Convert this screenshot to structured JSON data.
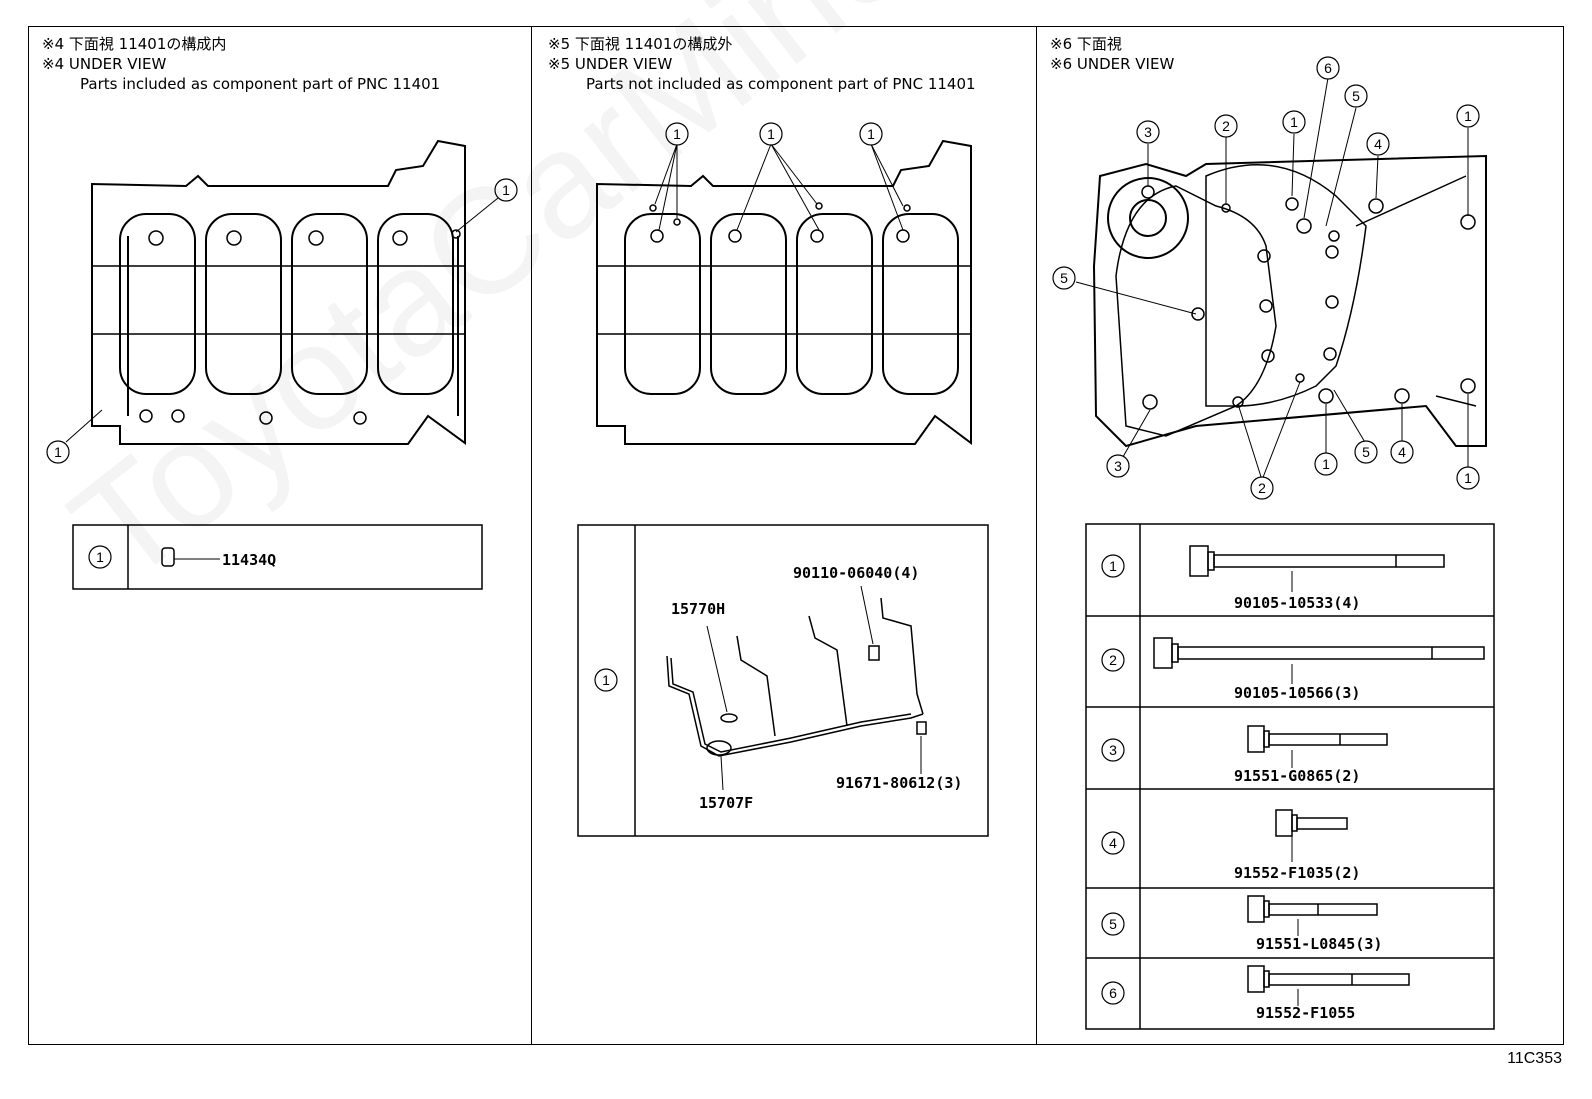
{
  "panels": [
    {
      "header_ja": "※4 下面視 11401の構成内",
      "header_en": "※4 UNDER VIEW",
      "header_sub": "Parts included as component part of PNC 11401",
      "table": [
        {
          "num": "1",
          "parts": [
            {
              "pn": "11434Q"
            }
          ]
        }
      ]
    },
    {
      "header_ja": "※5 下面視 11401の構成外",
      "header_en": "※5 UNDER VIEW",
      "header_sub": "Parts not included as component part of PNC 11401",
      "table": [
        {
          "num": "1",
          "parts": [
            {
              "pn": "90110-06040(4)"
            },
            {
              "pn": "15770H"
            },
            {
              "pn": "91671-80612(3)"
            },
            {
              "pn": "15707F"
            }
          ]
        }
      ]
    },
    {
      "header_ja": "※6 下面視",
      "header_en": "※6 UNDER VIEW",
      "table": [
        {
          "num": "1",
          "pn": "90105-10533(4)"
        },
        {
          "num": "2",
          "pn": "90105-10566(3)"
        },
        {
          "num": "3",
          "pn": "91551-G0865(2)"
        },
        {
          "num": "4",
          "pn": "91552-F1035(2)"
        },
        {
          "num": "5",
          "pn": "91551-L0845(3)"
        },
        {
          "num": "6",
          "pn": "91552-F1055"
        }
      ]
    }
  ],
  "callouts": {
    "panel1": [
      "1",
      "1"
    ],
    "panel2": [
      "1",
      "1",
      "1"
    ],
    "panel3": [
      "3",
      "2",
      "1",
      "6",
      "5",
      "4",
      "1",
      "5",
      "3",
      "2",
      "1",
      "5",
      "4",
      "1"
    ]
  },
  "watermark": "ToyotaCarMine.ru",
  "drawing_code": "11C353"
}
